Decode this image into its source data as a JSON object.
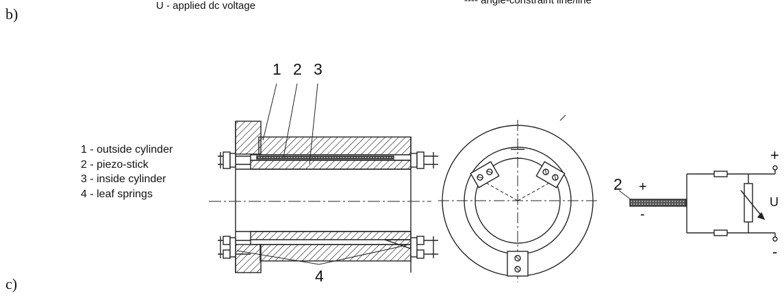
{
  "panel_labels": {
    "b": "b)",
    "c": "c)"
  },
  "top_notes": {
    "left": "U - applied dc voltage",
    "right": "---- angle-constraint line/line"
  },
  "callouts": {
    "n1": "1",
    "n2": "2",
    "n3": "3",
    "n4": "4"
  },
  "legend": [
    "1 - outside cylinder",
    "2 - piezo-stick",
    "3 - inside cylinder",
    "4 - leaf springs"
  ],
  "circuit": {
    "stick_number": "2",
    "stick_plus": "+",
    "stick_minus": "-",
    "terminal_plus": "+",
    "terminal_minus": "-",
    "voltage_symbol": "U"
  }
}
